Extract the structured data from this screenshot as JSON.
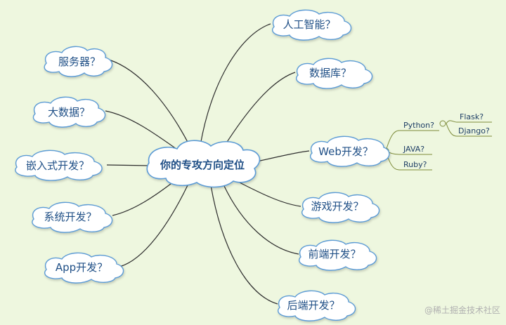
{
  "mindmap": {
    "center": "你的专攻方向定位",
    "left_nodes": [
      "服务器？",
      "大数据？",
      "嵌入式开发？",
      "系统开发？",
      "App开发？"
    ],
    "right_nodes": [
      "人工智能？",
      "数据库？",
      "Web开发？",
      "游戏开发？",
      "前端开发？",
      "后端开发？"
    ],
    "web_children": [
      "Python?",
      "JAVA?",
      "Ruby?"
    ],
    "python_children": [
      "Flask?",
      "Django?"
    ]
  },
  "colors": {
    "background": "#eef7df",
    "cloud_fill": "#ffffff",
    "cloud_stroke": "#5b9bd5",
    "text": "#1f4f86",
    "branch_line": "#2d2d2d",
    "leaf_line": "#7d8b3a"
  },
  "watermark": "@稀土掘金技术社区"
}
